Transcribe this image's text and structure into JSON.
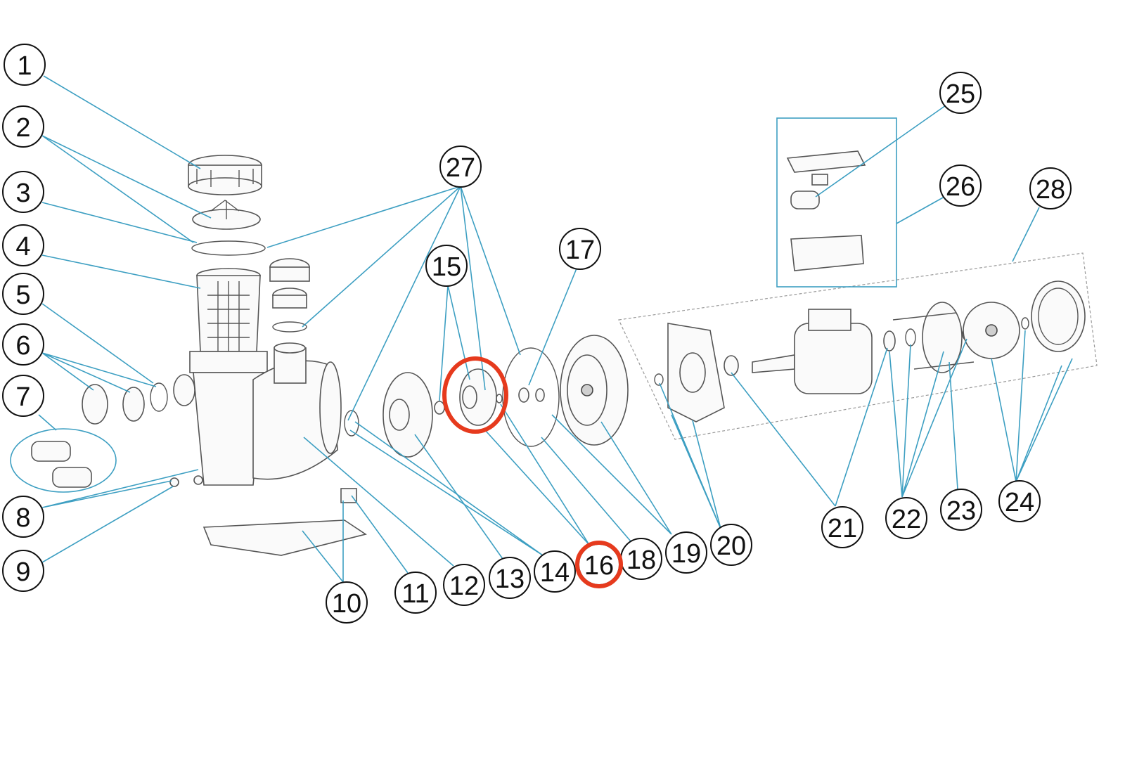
{
  "diagram": {
    "type": "exploded-parts-diagram",
    "callouts": [
      "1",
      "2",
      "3",
      "4",
      "5",
      "6",
      "7",
      "8",
      "9",
      "10",
      "11",
      "12",
      "13",
      "14",
      "15",
      "16",
      "17",
      "18",
      "19",
      "20",
      "21",
      "22",
      "23",
      "24",
      "25",
      "26",
      "27",
      "28"
    ],
    "highlighted_callout": "16",
    "colors": {
      "leader": "#3d9fc2",
      "highlight": "#e63a1d"
    }
  }
}
